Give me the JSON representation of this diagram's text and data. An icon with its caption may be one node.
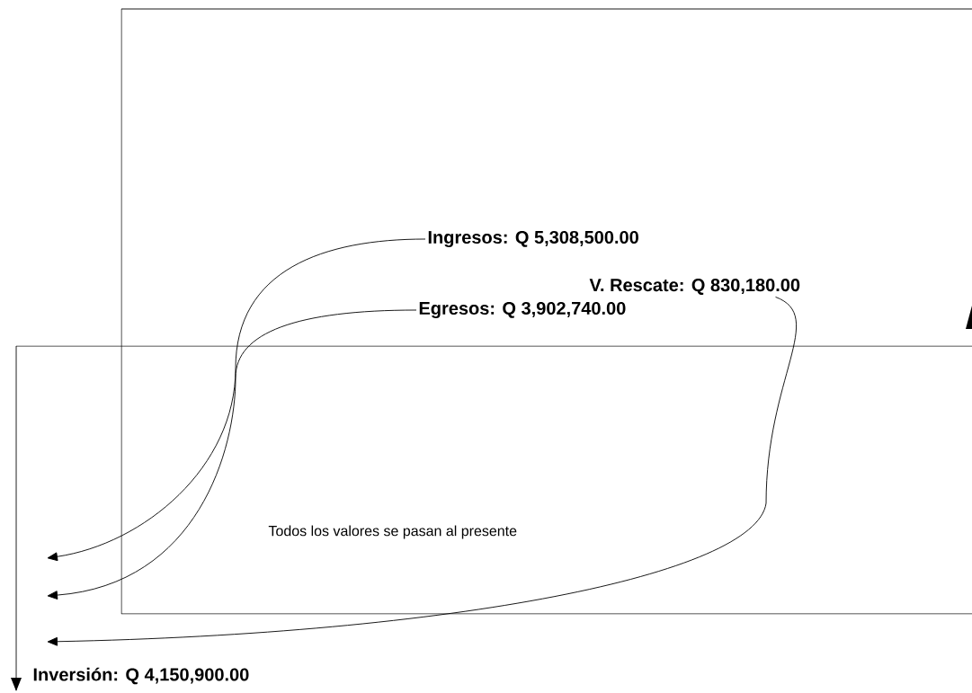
{
  "diagram": {
    "nodes": [
      {
        "text": [
          "Ingresos: Q 5,308,500.00"
        ]
      },
      {
        "text": [
          "Egresos: Q 3,902,740.00"
        ]
      },
      {
        "text": [
          "V. Rescate: Q 830,180.00"
        ]
      }
    ],
    "edges": [
      {
        "from": 0,
        "to": null,
        "arrow": "to"
      },
      {
        "from": 1,
        "to": null,
        "arrow": "to"
      },
      {
        "from": 2,
        "to": null,
        "arrow": "to"
      }
    ],
    "labels": [
      "Todos los valores se pasan al presente",
      "Inversión: Q 4,150,900.00"
    ]
  }
}
